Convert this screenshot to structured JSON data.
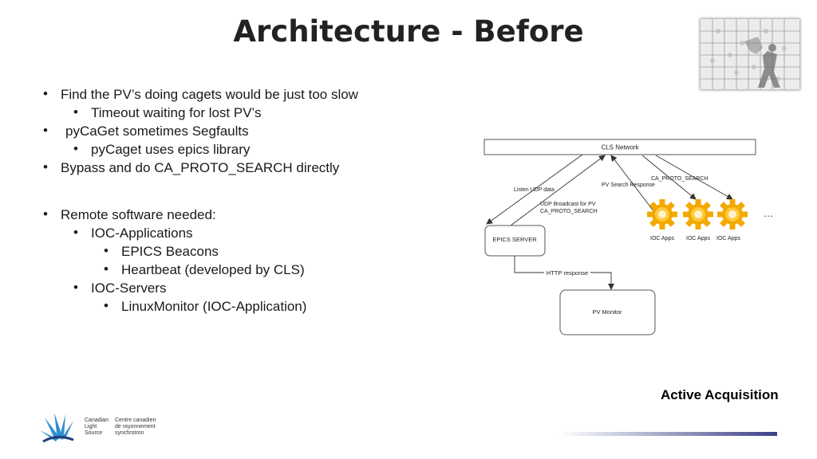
{
  "slide": {
    "title": "Architecture - Before",
    "bullets": [
      {
        "text": "Find the PV’s doing cagets would be just too slow",
        "level": 1
      },
      {
        "text": "Timeout waiting for lost PV’s",
        "level": 2
      },
      {
        "text": "pyCaGet sometimes Segfaults",
        "level": 1
      },
      {
        "text": "pyCaget uses epics library",
        "level": 2
      },
      {
        "text": "Bypass and do CA_PROTO_SEARCH directly",
        "level": 1
      },
      {
        "text": "Remote software needed:",
        "level": 1
      },
      {
        "text": "IOC-Applications",
        "level": 2
      },
      {
        "text": "EPICS Beacons",
        "level": 3
      },
      {
        "text": "Heartbeat (developed by CLS)",
        "level": 3
      },
      {
        "text": "IOC-Servers",
        "level": 2
      },
      {
        "text": "LinuxMonitor (IOC-Application)",
        "level": 3
      }
    ],
    "footer_label": "Active Acquisition"
  },
  "diagram": {
    "network_label": "CLS Network",
    "server_label": "EPICS SERVER",
    "monitor_label": "PV Monitor",
    "listen_label": "Listen UDP data",
    "udp_broadcast_label_1": "UDP Broadcast for PV",
    "udp_broadcast_label_2": "CA_PROTO_SEARCH",
    "search_response_label": "PV Search Response",
    "ca_proto_search_label": "CA_PROTO_SEARCH",
    "http_response_label": "HTTP response",
    "ioc_apps_labels": [
      "IOC Apps",
      "IOC Apps",
      "IOC Apps"
    ],
    "ellipsis": "…",
    "gear_color": "#f2a900"
  },
  "logo": {
    "english": [
      "Canadian",
      "Light",
      "Source"
    ],
    "french": [
      "Centre canadien",
      "de rayonnement",
      "synchrotron"
    ]
  }
}
